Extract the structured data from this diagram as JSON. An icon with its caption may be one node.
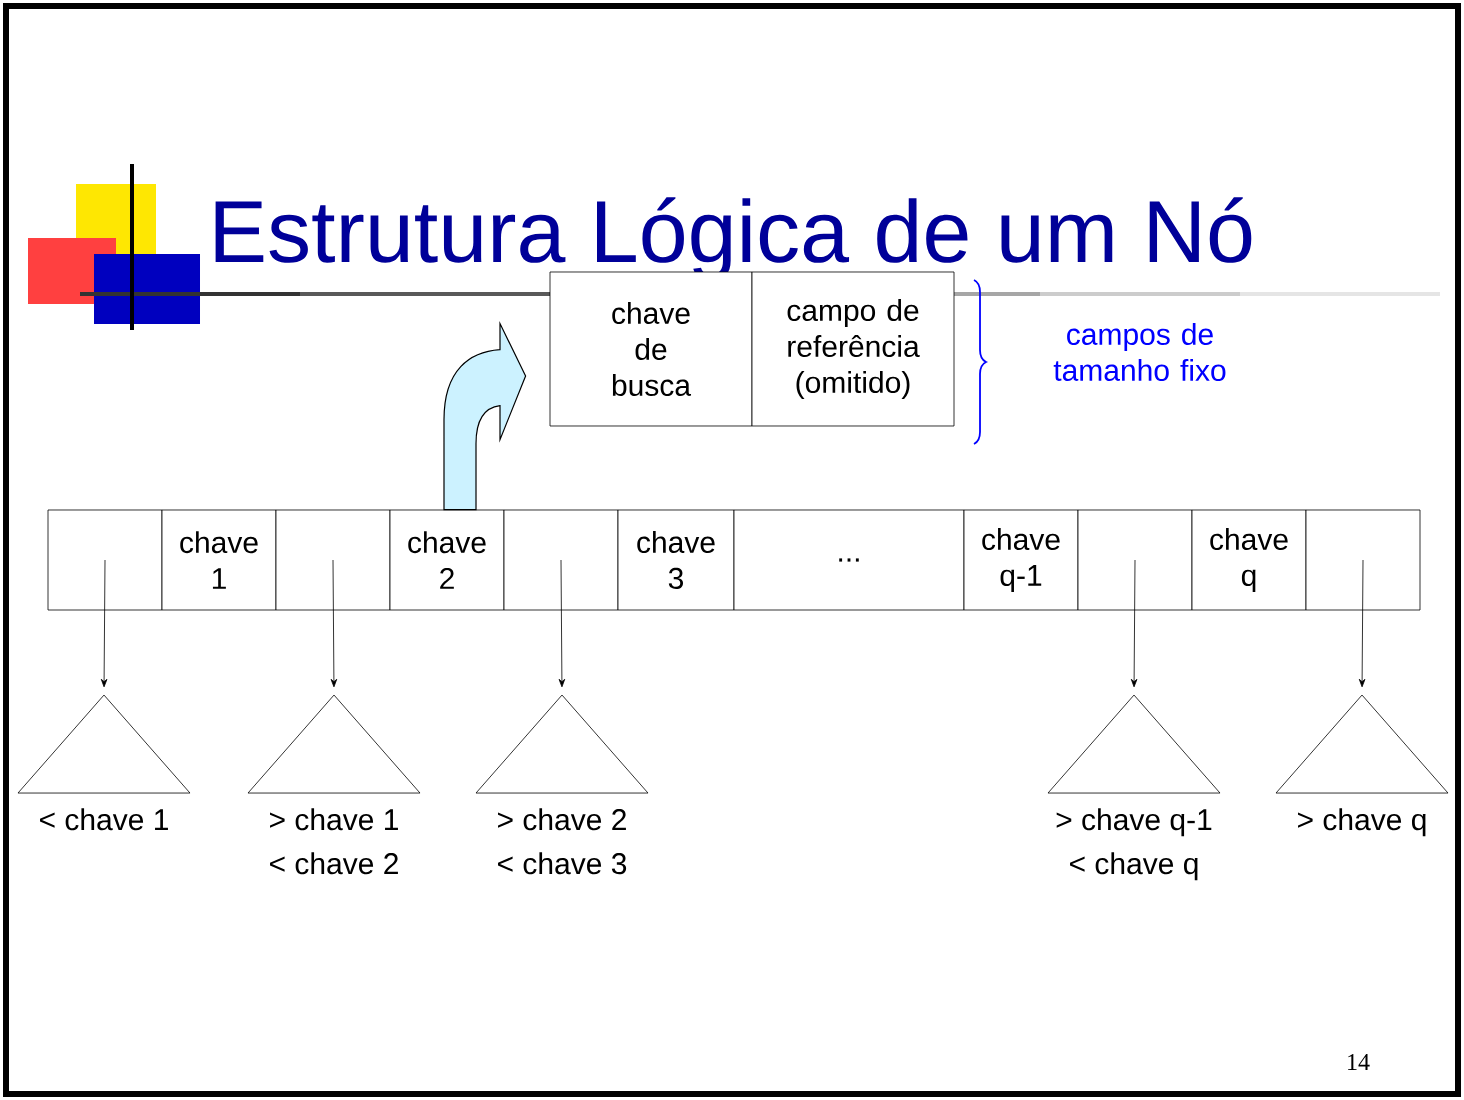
{
  "diagram": {
    "title": "Estrutura Lógica de um Nó",
    "nodes": [
      {
        "text": [],
        "shape": "box"
      },
      {
        "text": [
          "chave 1"
        ]
      },
      {
        "text": [],
        "shape": "box"
      },
      {
        "text": [
          "chave 2"
        ]
      },
      {
        "text": [],
        "shape": "box"
      },
      {
        "text": [
          "chave 3"
        ]
      },
      {
        "text": [
          "..."
        ]
      },
      {
        "text": [
          "chave q-1"
        ]
      },
      {
        "text": [],
        "shape": "box"
      },
      {
        "text": [
          "chave q"
        ]
      },
      {
        "text": [],
        "shape": "box"
      },
      {
        "text": [
          "chave de busca"
        ]
      },
      {
        "text": [
          "campo de referência (omitido)"
        ]
      },
      {
        "text": [],
        "shape": "triangle",
        "beside": [
          "< chave 1"
        ]
      },
      {
        "text": [],
        "shape": "triangle",
        "beside": [
          "> chave 1",
          "< chave 2"
        ]
      },
      {
        "text": [],
        "shape": "triangle",
        "beside": [
          "> chave 2",
          "< chave 3"
        ]
      },
      {
        "text": [],
        "shape": "triangle",
        "beside": [
          "> chave q-1",
          "< chave q"
        ]
      },
      {
        "text": [],
        "shape": "triangle",
        "beside": [
          "> chave q"
        ]
      }
    ],
    "edges": [
      {
        "from": 0,
        "to": 13,
        "arrow": "to"
      },
      {
        "from": 2,
        "to": 14,
        "arrow": "to"
      },
      {
        "from": 4,
        "to": 15,
        "arrow": "to"
      },
      {
        "from": 8,
        "to": 16,
        "arrow": "to"
      },
      {
        "from": 10,
        "to": 17,
        "arrow": "to"
      },
      {
        "from": 3,
        "to": 11,
        "arrow": "to",
        "style": "thick",
        "color": "#ccf2ff"
      }
    ],
    "labels": [
      "campos de tamanho fixo",
      "14"
    ]
  }
}
